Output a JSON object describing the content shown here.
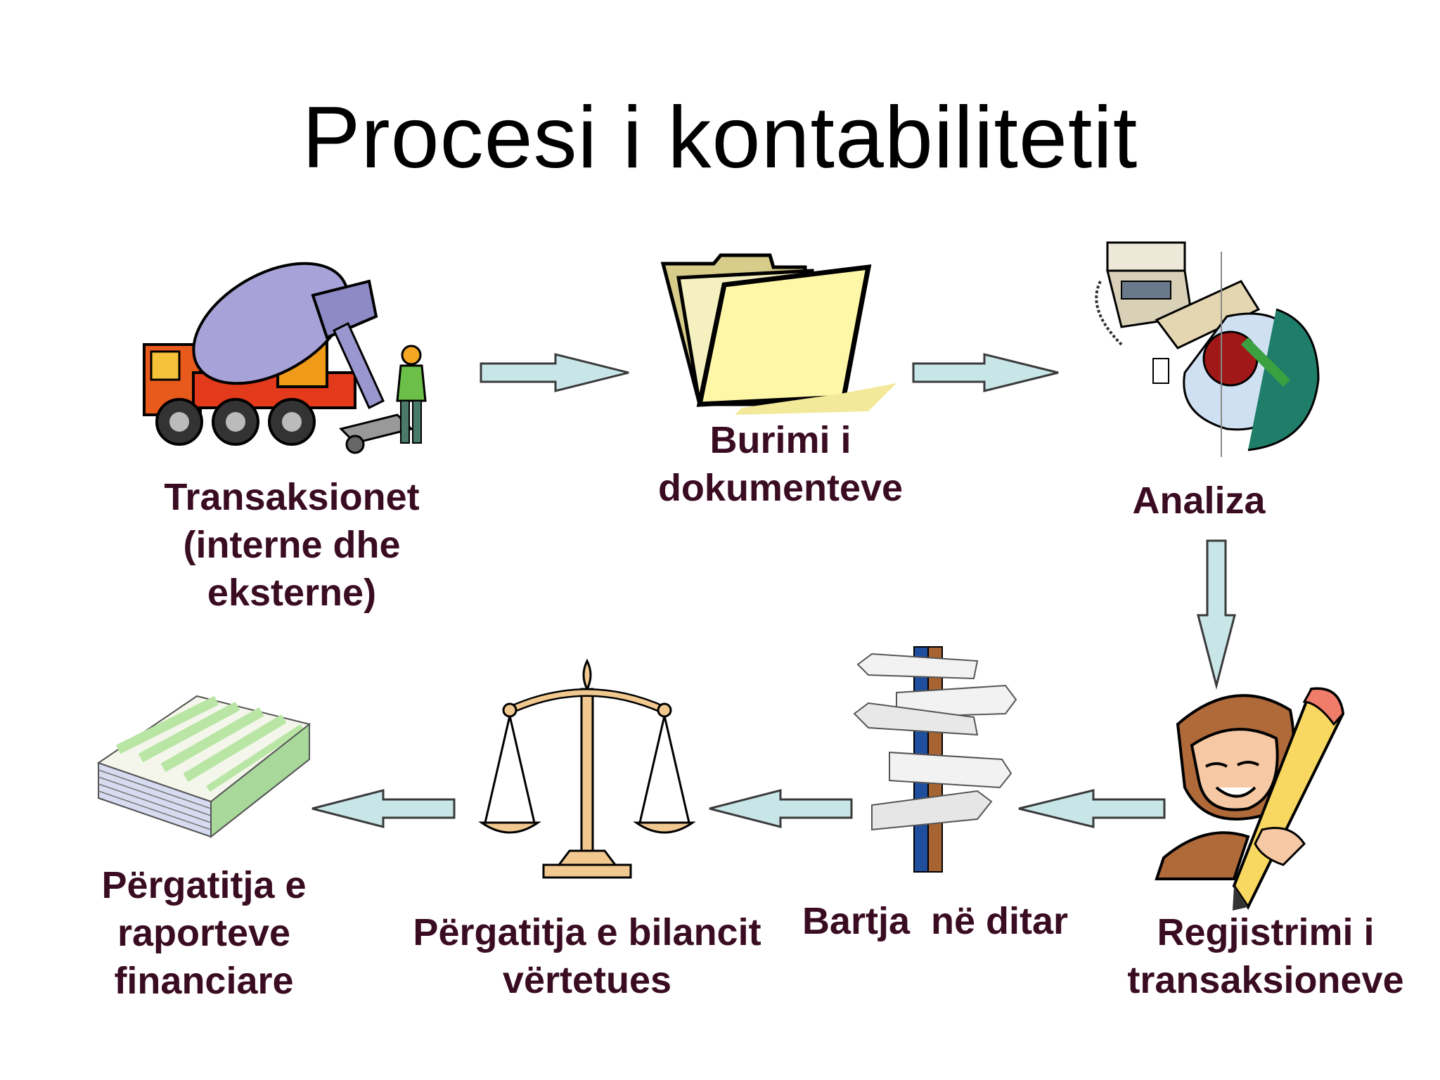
{
  "title": "Procesi i kontabilitetit",
  "steps": [
    {
      "id": "transaksionet",
      "lines": [
        "Transaksionet",
        "(interne dhe",
        "eksterne)"
      ],
      "icon": "cement-mixer-truck-icon"
    },
    {
      "id": "burimi",
      "lines": [
        "Burimi i",
        "dokumenteve"
      ],
      "icon": "folder-icon"
    },
    {
      "id": "analiza",
      "lines": [
        "Analiza"
      ],
      "icon": "person-at-computer-icon"
    },
    {
      "id": "regjistrimi",
      "lines": [
        "Regjistrimi i",
        "transaksioneve"
      ],
      "icon": "person-with-pencil-icon"
    },
    {
      "id": "bartja",
      "lines": [
        "Bartja  në ditar"
      ],
      "icon": "signpost-icon"
    },
    {
      "id": "bilanci",
      "lines": [
        "Përgatitja e bilancit",
        "vërtetues"
      ],
      "icon": "balance-scale-icon"
    },
    {
      "id": "raportet",
      "lines": [
        "Përgatitja e",
        "raporteve",
        "financiare"
      ],
      "icon": "paper-stack-icon"
    }
  ],
  "colors": {
    "arrow_fill": "#c8e6e8",
    "arrow_stroke": "#3a3a3a",
    "label": "#3a0c22"
  }
}
